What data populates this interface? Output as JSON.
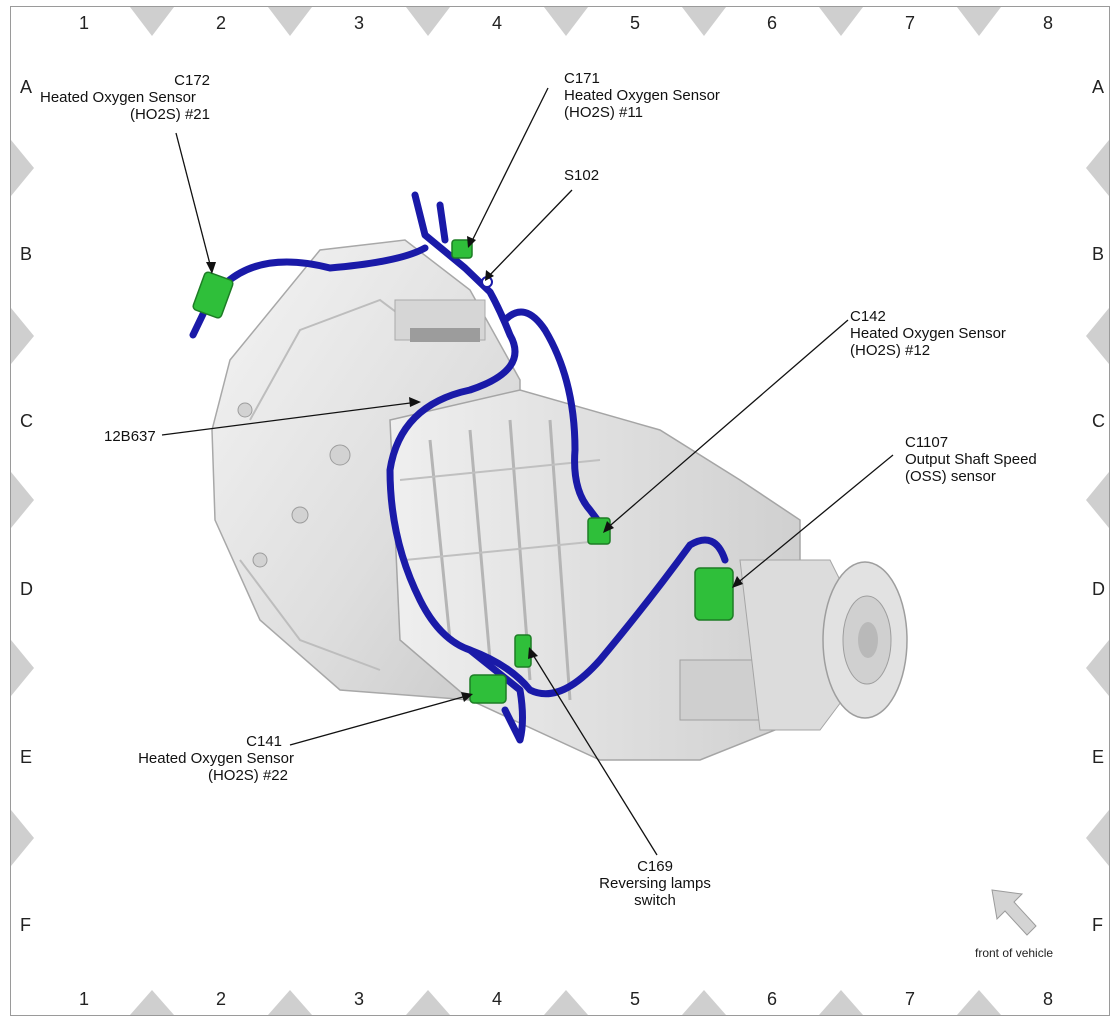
{
  "grid": {
    "columns": [
      "1",
      "2",
      "3",
      "4",
      "5",
      "6",
      "7",
      "8"
    ],
    "rows": [
      "A",
      "B",
      "C",
      "D",
      "E",
      "F"
    ]
  },
  "callouts": {
    "c172": {
      "line1": "C172",
      "line2": "Heated Oxygen Sensor",
      "line3": "(HO2S) #21"
    },
    "c171": {
      "line1": "C171",
      "line2": "Heated Oxygen Sensor",
      "line3": "(HO2S) #11"
    },
    "s102": {
      "line1": "S102"
    },
    "c142": {
      "line1": "C142",
      "line2": "Heated Oxygen Sensor",
      "line3": "(HO2S) #12"
    },
    "harness": {
      "line1": "12B637"
    },
    "c1107": {
      "line1": "C1107",
      "line2": "Output Shaft Speed",
      "line3": "(OSS) sensor"
    },
    "c141": {
      "line1": "C141",
      "line2": "Heated Oxygen Sensor",
      "line3": "(HO2S) #22"
    },
    "c169": {
      "line1": "C169",
      "line2": "Reversing lamps",
      "line3": "switch"
    }
  },
  "orientation": {
    "label": "front of vehicle"
  },
  "colors": {
    "harness": "#1a1aa8",
    "connector": "#2fbf3a",
    "housing": "#e4e4e4",
    "frame": "#9a9a9a"
  }
}
